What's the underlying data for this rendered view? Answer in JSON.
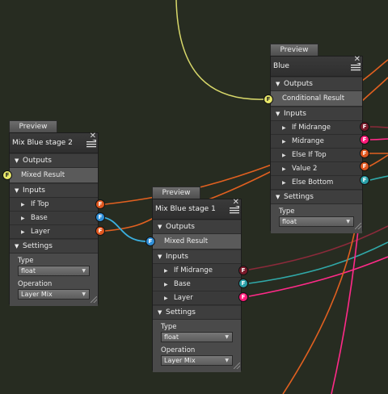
{
  "colors": {
    "background": "#272c21",
    "port_yellow": "#e8e86a",
    "port_orange": "#e0571f",
    "port_blue": "#2f8fd8",
    "port_magenta": "#ff1a78",
    "port_darkred": "#7a1a2a",
    "port_teal": "#2aa0a8",
    "wire_yellow": "#d8d86a",
    "wire_orange": "#e06020",
    "wire_blue": "#3ab0e0",
    "wire_magenta": "#ff2a88",
    "wire_teal": "#30a8a8",
    "wire_darkred": "#8a2a3a"
  },
  "port_letter": "F",
  "icons": {
    "close": "close-icon",
    "menu": "menu-icon",
    "resize": "resize-grip-icon"
  },
  "nodes": {
    "blue": {
      "preview_label": "Preview",
      "title": "Blue",
      "outputs_label": "Outputs",
      "output": "Conditional Result",
      "inputs_label": "Inputs",
      "inputs": [
        "If Midrange",
        "Midrange",
        "Else If Top",
        "Value 2",
        "Else Bottom"
      ],
      "settings_label": "Settings",
      "type_label": "Type",
      "type_value": "float"
    },
    "stage2": {
      "preview_label": "Preview",
      "title": "Mix Blue stage 2",
      "outputs_label": "Outputs",
      "output": "Mixed Result",
      "inputs_label": "Inputs",
      "inputs": [
        "If Top",
        "Base",
        "Layer"
      ],
      "settings_label": "Settings",
      "type_label": "Type",
      "type_value": "float",
      "operation_label": "Operation",
      "operation_value": "Layer Mix"
    },
    "stage1": {
      "preview_label": "Preview",
      "title": "Mix Blue stage 1",
      "outputs_label": "Outputs",
      "output": "Mixed Result",
      "inputs_label": "Inputs",
      "inputs": [
        "If Midrange",
        "Base",
        "Layer"
      ],
      "settings_label": "Settings",
      "type_label": "Type",
      "type_value": "float",
      "operation_label": "Operation",
      "operation_value": "Layer Mix"
    }
  }
}
